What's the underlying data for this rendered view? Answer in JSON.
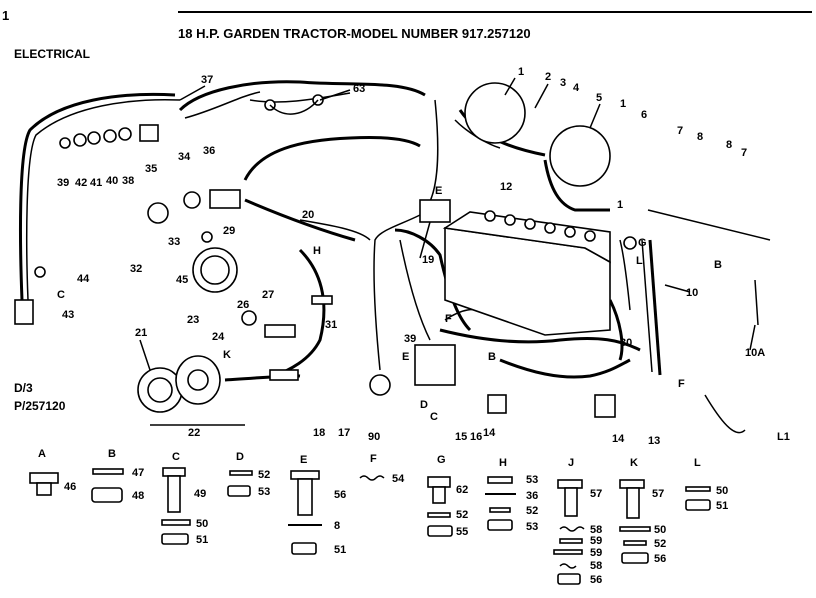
{
  "header": {
    "mark": "1",
    "title": "18 H.P. GARDEN TRACTOR-MODEL NUMBER 917.257120",
    "section": "ELECTRICAL",
    "diagram_code": "D/3",
    "part_code": "P/257120"
  },
  "callouts": {
    "c1a": "1",
    "c2": "2",
    "c3": "3",
    "c4": "4",
    "c5": "5",
    "c1b": "1",
    "c6": "6",
    "c7a": "7",
    "c8a": "8",
    "c8b": "8",
    "c7b": "7",
    "c1c": "1",
    "c37": "37",
    "c63": "63",
    "c39": "39",
    "c42": "42",
    "c41": "41",
    "c40": "40",
    "c38": "38",
    "c35": "35",
    "c34": "34",
    "c36": "36",
    "cE": "E",
    "c12": "12",
    "c32": "32",
    "c33": "33",
    "c29": "29",
    "c20": "20",
    "cH": "H",
    "c19": "19",
    "cG": "G",
    "cL1": "L",
    "cB1": "B",
    "c10": "10",
    "c44": "44",
    "cC1": "C",
    "c43": "43",
    "c45": "45",
    "c31": "31",
    "c26": "26",
    "c27": "27",
    "c24": "24",
    "c21": "21",
    "c23": "23",
    "cK": "K",
    "c22": "22",
    "cF1": "F",
    "c30": "30",
    "cF2": "F",
    "c10A": "10A",
    "cB2": "B",
    "c16": "16",
    "cD": "D",
    "cE2": "E",
    "cC2": "C",
    "c39b": "39",
    "c18": "18",
    "c17": "17",
    "c90": "90",
    "c15": "15",
    "c14a": "14",
    "c14b": "14",
    "c13": "13",
    "cL2": "L1"
  },
  "legend": {
    "groups": [
      {
        "letter": "A",
        "items": [
          "46"
        ]
      },
      {
        "letter": "B",
        "items": [
          "47",
          "48"
        ]
      },
      {
        "letter": "C",
        "items": [
          "49",
          "50",
          "51"
        ]
      },
      {
        "letter": "D",
        "items": [
          "52",
          "53"
        ]
      },
      {
        "letter": "E",
        "items": [
          "56",
          "8",
          "51"
        ]
      },
      {
        "letter": "F",
        "items": [
          "54"
        ]
      },
      {
        "letter": "G",
        "items": [
          "62",
          "52",
          "55"
        ]
      },
      {
        "letter": "H",
        "items": [
          "53",
          "36",
          "52",
          "53"
        ]
      },
      {
        "letter": "J",
        "items": [
          "57",
          "58",
          "59",
          "59",
          "58",
          "56"
        ]
      },
      {
        "letter": "K",
        "items": [
          "57",
          "50",
          "52",
          "56"
        ]
      },
      {
        "letter": "L",
        "items": [
          "50",
          "51"
        ]
      }
    ]
  }
}
